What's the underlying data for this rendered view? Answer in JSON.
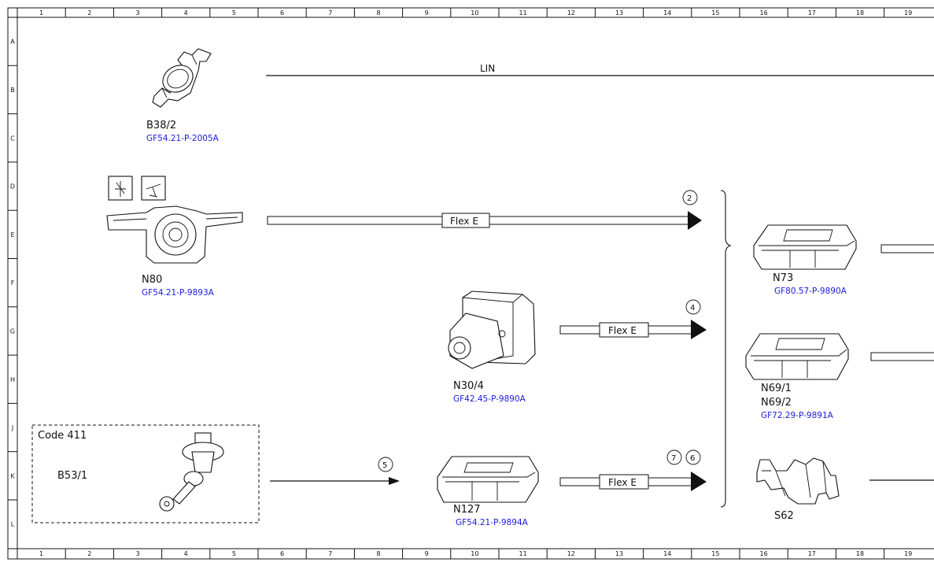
{
  "border": {
    "columns": [
      "1",
      "2",
      "3",
      "4",
      "5",
      "6",
      "7",
      "8",
      "9",
      "10",
      "11",
      "12",
      "13",
      "14",
      "15",
      "16",
      "17",
      "18",
      "19"
    ],
    "rows": [
      "A",
      "B",
      "C",
      "D",
      "E",
      "F",
      "G",
      "H",
      "J",
      "K",
      "L"
    ]
  },
  "bus_lin": "LIN",
  "components": {
    "b38_2": {
      "code": "B38/2",
      "ref": "GF54.21-P-2005A"
    },
    "n80": {
      "code": "N80",
      "ref": "GF54.21-P-9893A"
    },
    "n30_4": {
      "code": "N30/4",
      "ref": "GF42.45-P-9890A"
    },
    "n127": {
      "code": "N127",
      "ref": "GF54.21-P-9894A"
    },
    "b53_1": {
      "code": "B53/1"
    },
    "n73": {
      "code": "N73",
      "ref": "GF80.57-P-9890A"
    },
    "n69": {
      "code1": "N69/1",
      "code2": "N69/2",
      "ref": "GF72.29-P-9891A"
    },
    "s62": {
      "code": "S62"
    }
  },
  "code_box": {
    "title": "Code 411"
  },
  "connections": {
    "n80_flex": {
      "label": "Flex E",
      "num": "2"
    },
    "n30_flex": {
      "label": "Flex E",
      "num": "4"
    },
    "b53_link": {
      "num": "5"
    },
    "n127_flex": {
      "label": "Flex E",
      "num1": "7",
      "num2": "6"
    }
  }
}
